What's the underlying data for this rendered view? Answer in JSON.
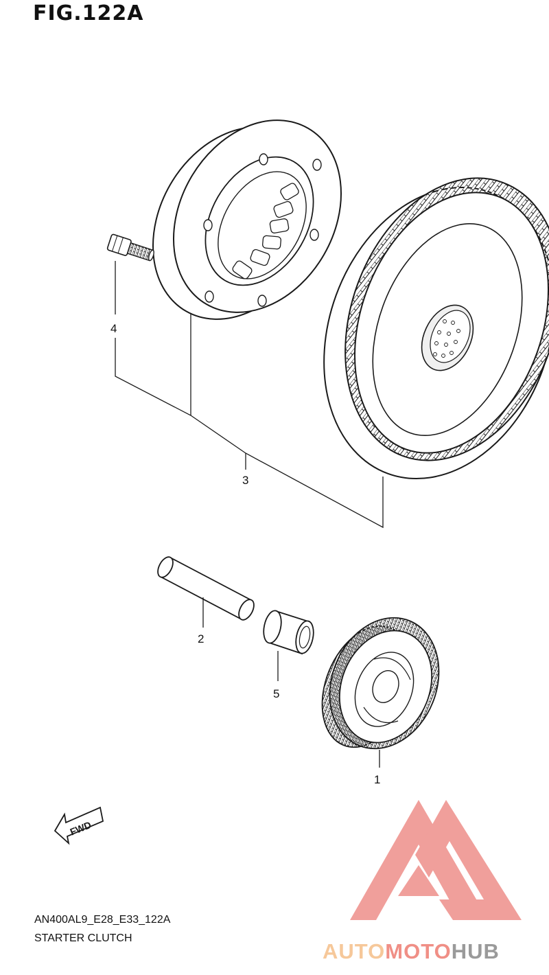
{
  "title": "FIG.122A",
  "callouts": {
    "p1": "1",
    "p2": "2",
    "p3": "3",
    "p4": "4",
    "p5": "5"
  },
  "fwd_label": "FWD",
  "footer": {
    "code": "AN400AL9_E28_E33_122A",
    "caption": "STARTER CLUTCH"
  },
  "watermark": {
    "part1": "AUTO",
    "part2": "MOTO",
    "part3": "HUB",
    "colors": {
      "auto": "#f6c89a",
      "moto": "#f08f86",
      "hub": "#9a9a9a",
      "logo": "#ee8f8a"
    }
  },
  "colors": {
    "line": "#1a1a1a",
    "fill": "#ffffff",
    "shade": "#e2e2e2"
  }
}
